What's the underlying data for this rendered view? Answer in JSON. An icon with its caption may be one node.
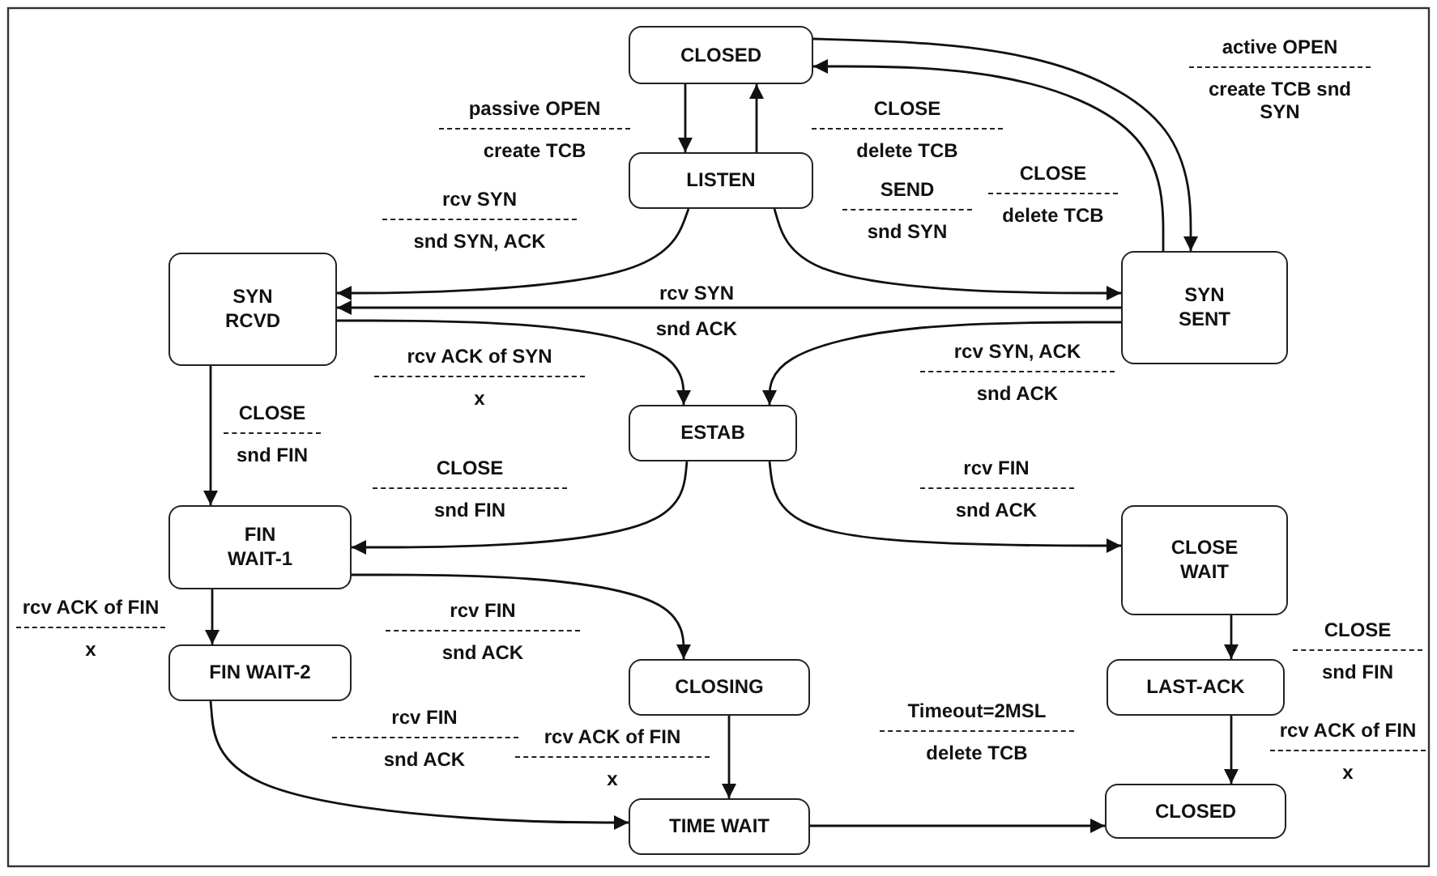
{
  "diagram": {
    "nodes": [
      {
        "text": [
          "CLOSED"
        ]
      },
      {
        "text": [
          "LISTEN"
        ]
      },
      {
        "text": [
          "SYN RCVD"
        ]
      },
      {
        "text": [
          "SYN SENT"
        ]
      },
      {
        "text": [
          "ESTAB"
        ]
      },
      {
        "text": [
          "FIN WAIT-1"
        ]
      },
      {
        "text": [
          "CLOSE WAIT"
        ]
      },
      {
        "text": [
          "FIN WAIT-2"
        ]
      },
      {
        "text": [
          "CLOSING"
        ]
      },
      {
        "text": [
          "LAST-ACK"
        ]
      },
      {
        "text": [
          "TIME WAIT"
        ]
      },
      {
        "text": [
          "CLOSED"
        ]
      }
    ],
    "edges": [
      {
        "from": 0,
        "to": 1,
        "arrow": "to",
        "label": [
          "passive OPEN",
          "create TCB"
        ]
      },
      {
        "from": 1,
        "to": 0,
        "arrow": "to",
        "label": [
          "CLOSE",
          "delete TCB"
        ]
      },
      {
        "from": 0,
        "to": 3,
        "arrow": "to",
        "label": [
          "active OPEN",
          "create TCB snd SYN"
        ]
      },
      {
        "from": 3,
        "to": 0,
        "arrow": "to",
        "label": [
          "CLOSE",
          "delete TCB"
        ]
      },
      {
        "from": 1,
        "to": 2,
        "arrow": "to",
        "label": [
          "rcv SYN",
          "snd SYN, ACK"
        ]
      },
      {
        "from": 1,
        "to": 3,
        "arrow": "to",
        "label": [
          "SEND",
          "snd SYN"
        ]
      },
      {
        "from": 3,
        "to": 2,
        "arrow": "to",
        "label": [
          "rcv SYN",
          "snd ACK"
        ]
      },
      {
        "from": 2,
        "to": 4,
        "arrow": "to",
        "label": [
          "rcv ACK of SYN",
          "x"
        ]
      },
      {
        "from": 3,
        "to": 4,
        "arrow": "to",
        "label": [
          "rcv SYN, ACK",
          "snd ACK"
        ]
      },
      {
        "from": 2,
        "to": 5,
        "arrow": "to",
        "label": [
          "CLOSE",
          "snd FIN"
        ]
      },
      {
        "from": 4,
        "to": 5,
        "arrow": "to",
        "label": [
          "CLOSE",
          "snd FIN"
        ]
      },
      {
        "from": 4,
        "to": 6,
        "arrow": "to",
        "label": [
          "rcv FIN",
          "snd ACK"
        ]
      },
      {
        "from": 5,
        "to": 7,
        "arrow": "to",
        "label": [
          "rcv ACK of FIN",
          "x"
        ]
      },
      {
        "from": 5,
        "to": 8,
        "arrow": "to",
        "label": [
          "rcv FIN",
          "snd ACK"
        ]
      },
      {
        "from": 6,
        "to": 9,
        "arrow": "to",
        "label": [
          "CLOSE",
          "snd FIN"
        ]
      },
      {
        "from": 7,
        "to": 10,
        "arrow": "to",
        "label": [
          "rcv FIN",
          "snd ACK"
        ]
      },
      {
        "from": 8,
        "to": 10,
        "arrow": "to",
        "label": [
          "rcv ACK of FIN",
          "x"
        ]
      },
      {
        "from": 9,
        "to": 11,
        "arrow": "to",
        "label": [
          "rcv ACK of FIN",
          "x"
        ]
      },
      {
        "from": 10,
        "to": 11,
        "arrow": "to",
        "label": [
          "Timeout=2MSL",
          "delete TCB"
        ]
      }
    ]
  }
}
